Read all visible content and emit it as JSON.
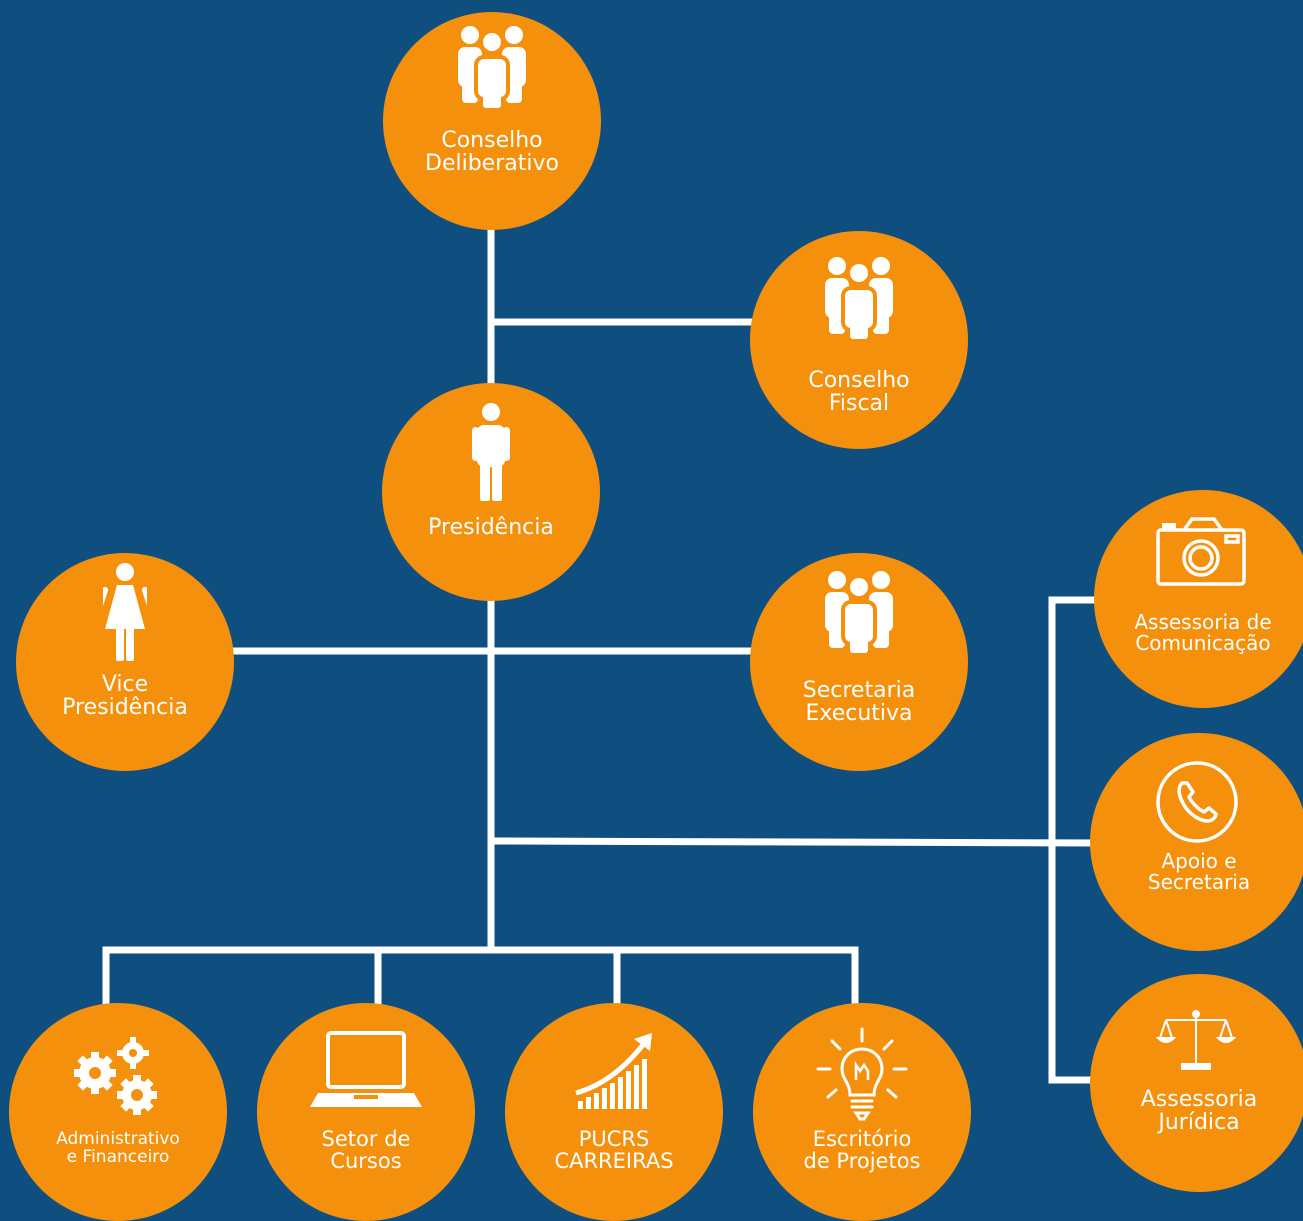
{
  "colors": {
    "background": "#0f4f80",
    "node_fill": "#f5900c",
    "connector": "#ffffff",
    "text": "#ffffff"
  },
  "nodes": {
    "conselho_deliberativo": {
      "line1": "Conselho",
      "line2": "Deliberativo",
      "icon": "group-icon"
    },
    "conselho_fiscal": {
      "line1": "Conselho",
      "line2": "Fiscal",
      "icon": "group-icon"
    },
    "presidencia": {
      "line1": "Presidência",
      "icon": "man-icon"
    },
    "vice_presidencia": {
      "line1": "Vice",
      "line2": "Presidência",
      "icon": "woman-icon"
    },
    "secretaria_executiva": {
      "line1": "Secretaria",
      "line2": "Executiva",
      "icon": "group-icon"
    },
    "assessoria_comunicacao": {
      "line1": "Assessoria de",
      "line2": "Comunicação",
      "icon": "camera-icon"
    },
    "apoio_secretaria": {
      "line1": "Apoio e",
      "line2": "Secretaria",
      "icon": "phone-icon"
    },
    "assessoria_juridica": {
      "line1": "Assessoria",
      "line2": "Jurídica",
      "icon": "scales-icon"
    },
    "administrativo_financeiro": {
      "line1": "Administrativo",
      "line2": "e Financeiro",
      "icon": "gears-icon"
    },
    "setor_cursos": {
      "line1": "Setor de",
      "line2": "Cursos",
      "icon": "laptop-icon"
    },
    "pucrs_carreiras": {
      "line1": "PUCRS",
      "line2": "CARREIRAS",
      "icon": "growth-chart-icon"
    },
    "escritorio_projetos": {
      "line1": "Escritório",
      "line2": "de Projetos",
      "icon": "lightbulb-icon"
    }
  }
}
